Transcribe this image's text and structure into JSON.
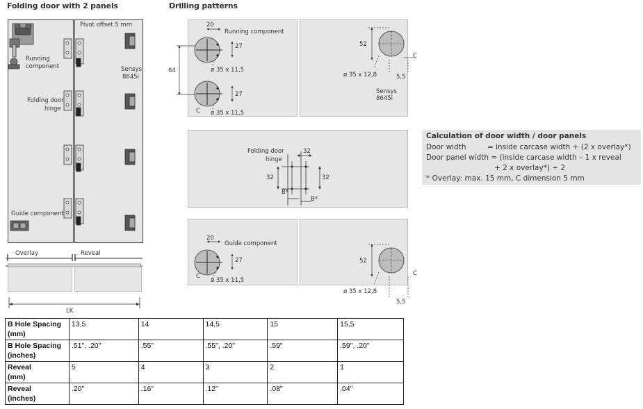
{
  "titles": {
    "left": "Folding door with 2 panels",
    "right": "Drilling patterns"
  },
  "door": {
    "pivot_offset": "Pivot offset 5 mm",
    "running_component": [
      "Running",
      "component"
    ],
    "sensys": [
      "Sensys",
      "8645i"
    ],
    "folding_door_hinge": [
      "Folding door",
      "hinge"
    ],
    "guide_component": "Guide component",
    "overlay": "Overlay",
    "reveal": "Reveal",
    "lk": "LK"
  },
  "drilling": {
    "top_left": {
      "label": "Running component",
      "dim_20": "20",
      "dim_27a": "27",
      "dim_64": "64",
      "dia_a": "ø 35 x 11,5",
      "dim_27b": "27",
      "dim_c": "C",
      "dia_b": "ø 35 x 11,5"
    },
    "top_right": {
      "dim_52": "52",
      "dim_c": "C",
      "dia": "ø 35 x 12,8",
      "dim_55": "5,5",
      "sensys": [
        "Sensys",
        "8645i"
      ]
    },
    "middle": {
      "label": [
        "Folding door",
        "hinge"
      ],
      "dim_32_top": "32",
      "dim_32_left": "32",
      "dim_32_right": "32",
      "b_left": "B*",
      "b_right": "B*"
    },
    "bottom_left": {
      "dim_20": "20",
      "label": "Guide component",
      "dim_27": "27",
      "dim_c": "C",
      "dia": "ø 35 x 11,5"
    },
    "bottom_right": {
      "dim_52": "52",
      "dim_c": "C",
      "dia": "ø 35 x 12,8",
      "dim_55": "5,5"
    }
  },
  "calculation": {
    "title": "Calculation of door width / door panels",
    "line1_left": "Door width",
    "line1_right": "= inside carcase width + (2 x overlay*)",
    "line2": "Door panel width = (inside carcase width – 1 x reveal",
    "line3": "+ 2 x overlay*) ÷ 2",
    "line4": "* Overlay: max. 15 mm, C dimension 5 mm"
  },
  "table": {
    "rows": [
      {
        "header": [
          "B Hole Spacing",
          "(mm)"
        ],
        "values": [
          "13,5",
          "14",
          "14,5",
          "15",
          "15,5"
        ]
      },
      {
        "header": [
          "B Hole Spacing",
          "(inches)"
        ],
        "values": [
          ".51\", .20\"",
          ".55\"",
          ".55\", .20\"",
          ".59\"",
          ".59\", .20\""
        ]
      },
      {
        "header": [
          "Reveal",
          "(mm)"
        ],
        "values": [
          "5",
          "4",
          "3",
          "2",
          "1"
        ]
      },
      {
        "header": [
          "Reveal",
          "(inches)"
        ],
        "values": [
          ".20\"",
          ".16\"",
          ".12\"",
          ".08\"",
          ".04\""
        ]
      }
    ]
  }
}
